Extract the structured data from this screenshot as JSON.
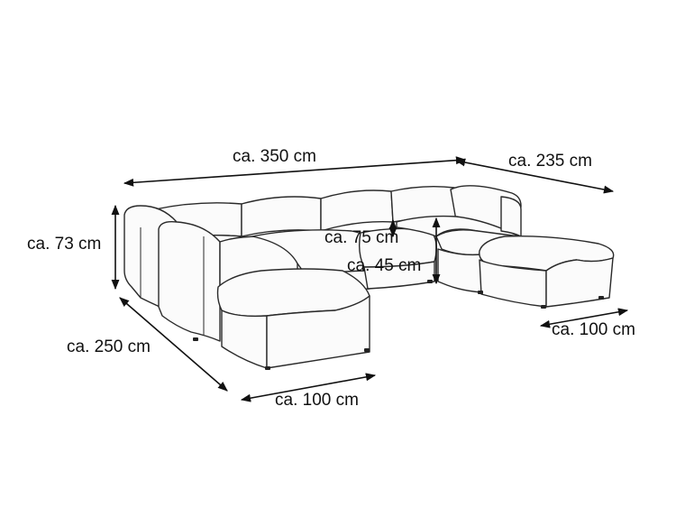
{
  "dimensions": {
    "width": "ca. 350 cm",
    "depth_right": "ca. 235 cm",
    "height": "ca. 73 cm",
    "depth_left": "ca. 250 cm",
    "ottoman_left": "ca. 100 cm",
    "ottoman_right": "ca. 100 cm",
    "seat_depth": "ca. 75 cm",
    "seat_height": "ca. 45 cm"
  }
}
